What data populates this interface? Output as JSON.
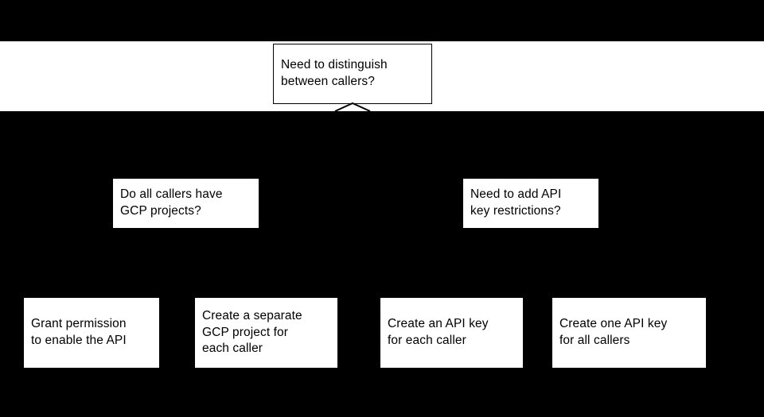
{
  "diagram": {
    "type": "flowchart",
    "background_color": "#000000",
    "node_fill_color": "#ffffff",
    "node_text_color": "#000000",
    "nodes": [
      {
        "id": "distinguish",
        "role": "decision",
        "text": "Need to distinguish\nbetween callers?",
        "bordered": true
      },
      {
        "id": "gcp-projects",
        "role": "decision",
        "text": "Do all callers have\nGCP projects?",
        "bordered": false
      },
      {
        "id": "key-restrictions",
        "role": "decision",
        "text": "Need to add API\nkey restrictions?",
        "bordered": false
      },
      {
        "id": "grant-permission",
        "role": "outcome",
        "text": "Grant permission\nto enable the API",
        "bordered": false
      },
      {
        "id": "separate-project",
        "role": "outcome",
        "text": "Create a separate\nGCP project for\neach caller",
        "bordered": false
      },
      {
        "id": "key-each-caller",
        "role": "outcome",
        "text": "Create an API key\nfor each caller",
        "bordered": false
      },
      {
        "id": "key-all-callers",
        "role": "outcome",
        "text": "Create one API key\nfor all callers",
        "bordered": false
      }
    ],
    "connectors": [
      {
        "id": "distinguish-down",
        "from": "distinguish",
        "shape": "chevron-down"
      }
    ]
  }
}
